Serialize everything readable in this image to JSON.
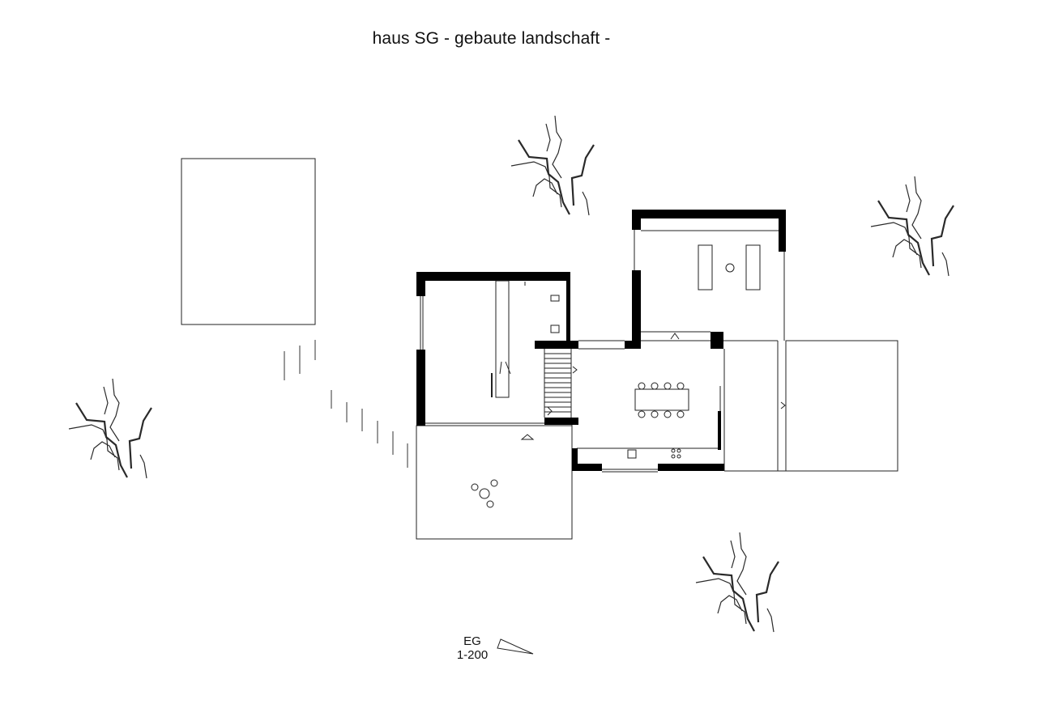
{
  "title": "haus SG  - gebaute landschaft -",
  "plan_label": {
    "level": "EG",
    "scale": "1-200"
  },
  "colors": {
    "background": "#ffffff",
    "ink": "#000000",
    "thin_line": "#222222",
    "tree": "#333333"
  },
  "icons": [
    "tree-symbol",
    "north-arrow",
    "stair-arrow"
  ]
}
